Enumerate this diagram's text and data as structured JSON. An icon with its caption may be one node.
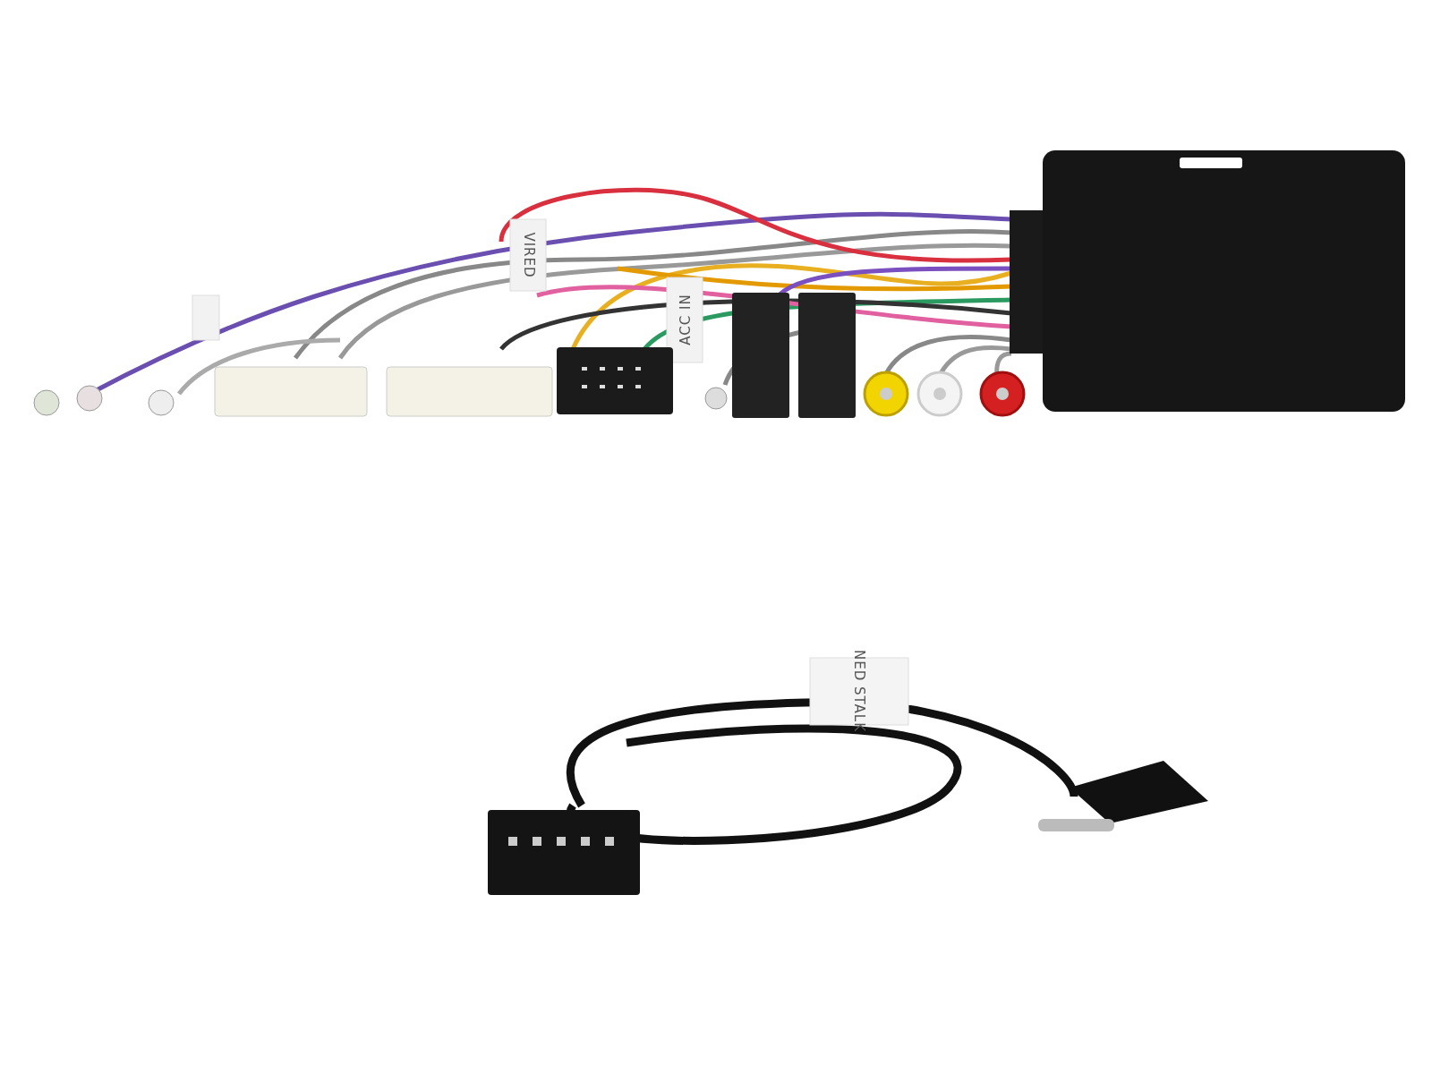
{
  "diagram": {
    "labels": [
      "VIRED",
      "ACC IN",
      "NED STALK"
    ]
  }
}
